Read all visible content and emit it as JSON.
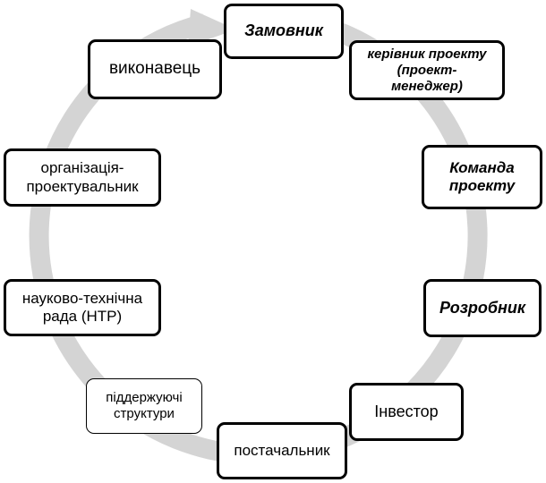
{
  "diagram": {
    "ring_color": "#d4d4d4",
    "border_color": "#000000",
    "nodes": [
      {
        "id": "zamovnyk",
        "label": "Замовник"
      },
      {
        "id": "kerivnyk",
        "label_lines": [
          "керівник проекту",
          "(проект-",
          "менеджер)"
        ]
      },
      {
        "id": "komanda",
        "label_lines": [
          "Команда",
          "проекту"
        ]
      },
      {
        "id": "rozrobnyk",
        "label": "Розробник"
      },
      {
        "id": "investor",
        "label": "Інвестор"
      },
      {
        "id": "postachalnyk",
        "label": "постачальник"
      },
      {
        "id": "pidtrymuiuchi",
        "label_lines": [
          "піддержуючі",
          "структури"
        ]
      },
      {
        "id": "ntr",
        "label_lines": [
          "науково-технічна",
          "рада (НТР)"
        ]
      },
      {
        "id": "org",
        "label_lines": [
          "організація-",
          "проектувальник"
        ]
      },
      {
        "id": "vykonavets",
        "label": "виконавець"
      }
    ]
  }
}
